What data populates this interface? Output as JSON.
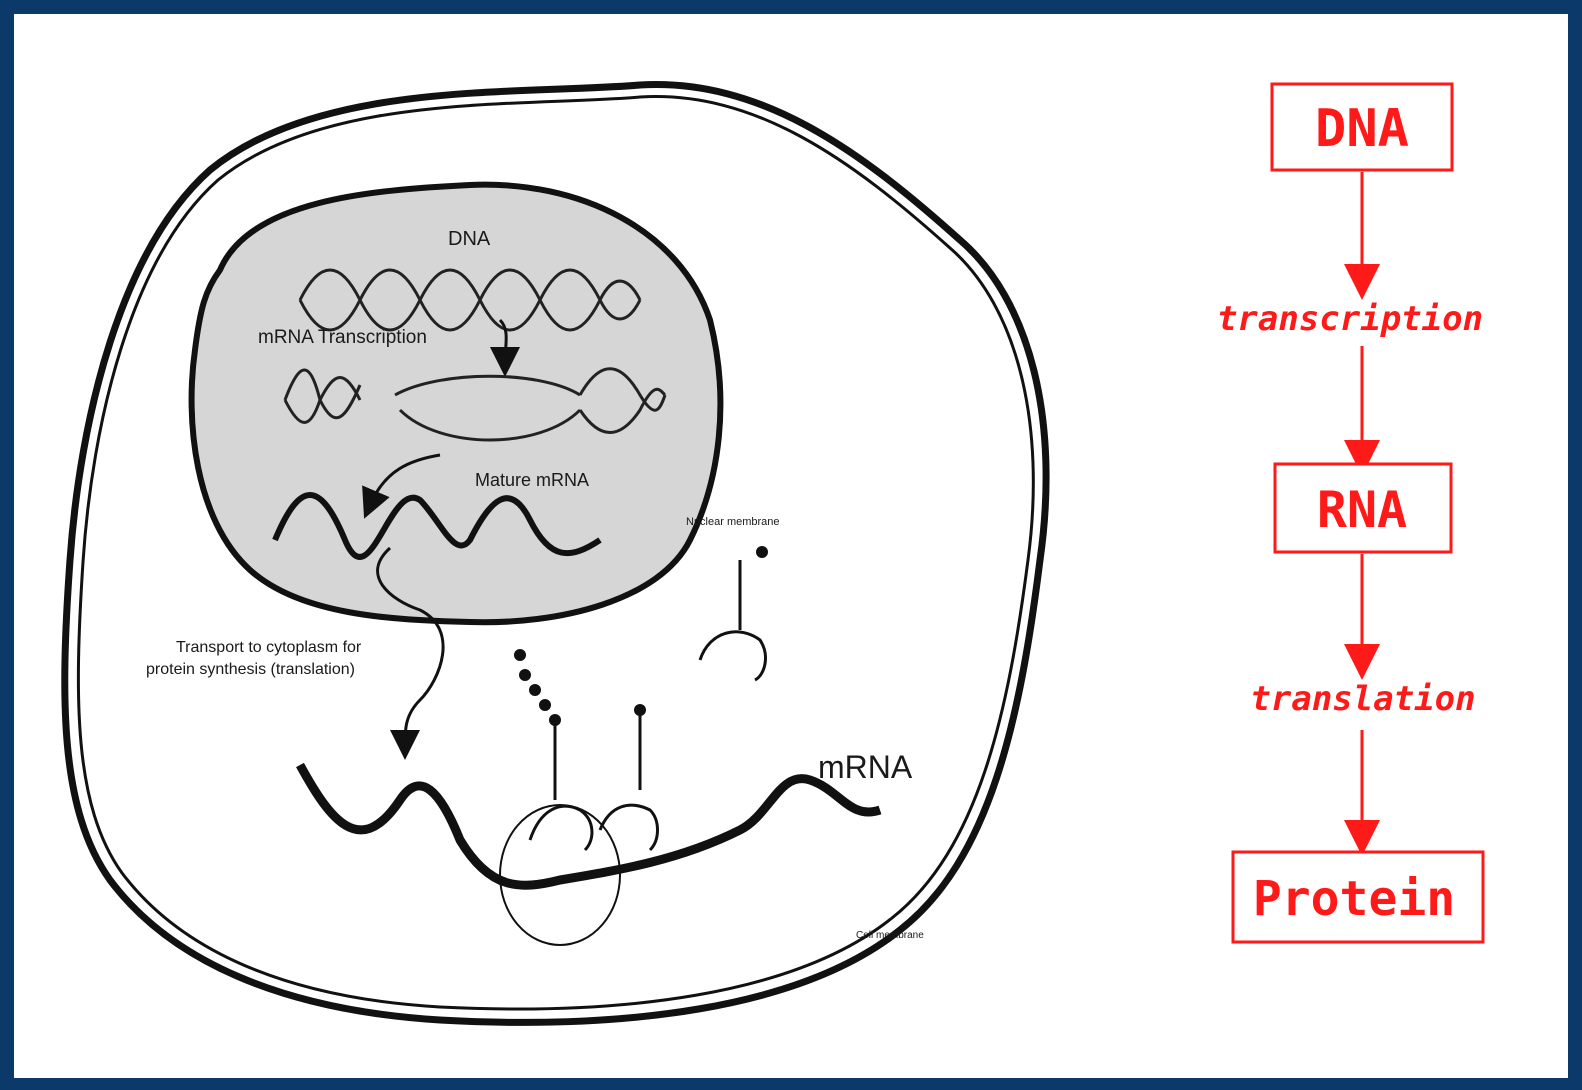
{
  "cell_diagram": {
    "dna_label": "DNA",
    "transcription_label": "mRNA Transcription",
    "mature_mrna_label": "Mature mRNA",
    "nuclear_membrane_label": "Nuclear membrane",
    "transport_label_line1": "Transport to cytoplasm for",
    "transport_label_line2": "protein synthesis (translation)",
    "mrna_label": "mRNA",
    "cell_membrane_label": "Cell membrane"
  },
  "flow": {
    "box1": "DNA",
    "step1": "transcription",
    "box2": "RNA",
    "step2": "translation",
    "box3": "Protein",
    "accent_color": "#ff1a1a"
  },
  "colors": {
    "border": "#0b3a6a",
    "nucleus_fill": "#d6d6d6"
  }
}
